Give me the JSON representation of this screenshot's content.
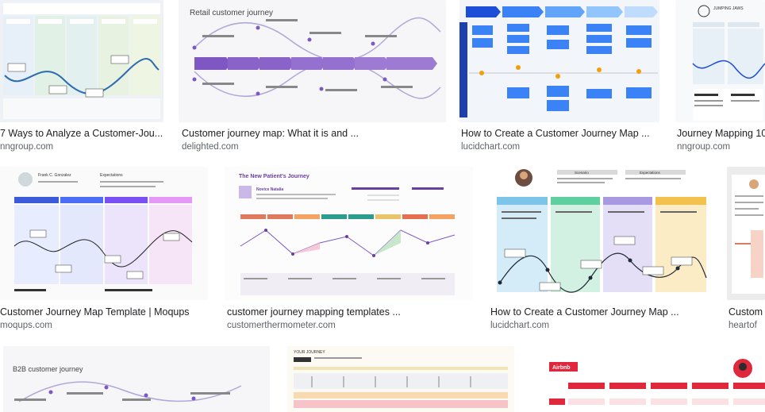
{
  "results": [
    {
      "title": "7 Ways to Analyze a Customer-Jou...",
      "source": "nngroup.com"
    },
    {
      "title": "Customer journey map: What it is and ...",
      "source": "delighted.com",
      "thumb_title": "Retail customer journey"
    },
    {
      "title": "How to Create a Customer Journey Map ...",
      "source": "lucidchart.com"
    },
    {
      "title": "Journey Mapping 10",
      "source": "nngroup.com",
      "thumb_title": "JUMPING JAWS"
    },
    {
      "title": "Customer Journey Map Template | Moqups",
      "source": "moqups.com",
      "thumb_name": "Frank C. Gonzalez",
      "thumb_expect": "Expectations"
    },
    {
      "title": "customer journey mapping templates ...",
      "source": "customerthermometer.com",
      "thumb_title": "The New Patient's Journey",
      "thumb_persona": "Novice Natalia"
    },
    {
      "title": "How to Create a Customer Journey Map ...",
      "source": "lucidchart.com",
      "thumb_scenario": "Scenario",
      "thumb_expect": "Expectations"
    },
    {
      "title": "Custom",
      "source": "heartof"
    },
    {
      "thumb_title": "B2B customer journey"
    },
    {
      "thumb_title": "YOUR JOURNEY"
    },
    {
      "thumb_title": "Airbnb"
    }
  ],
  "colors": {
    "title_text": "#202124",
    "source_text": "#5f6368",
    "purple_accent": "#7e57c2",
    "lucid_blue": "#3b82f6",
    "airbnb_red": "#e0283c"
  }
}
